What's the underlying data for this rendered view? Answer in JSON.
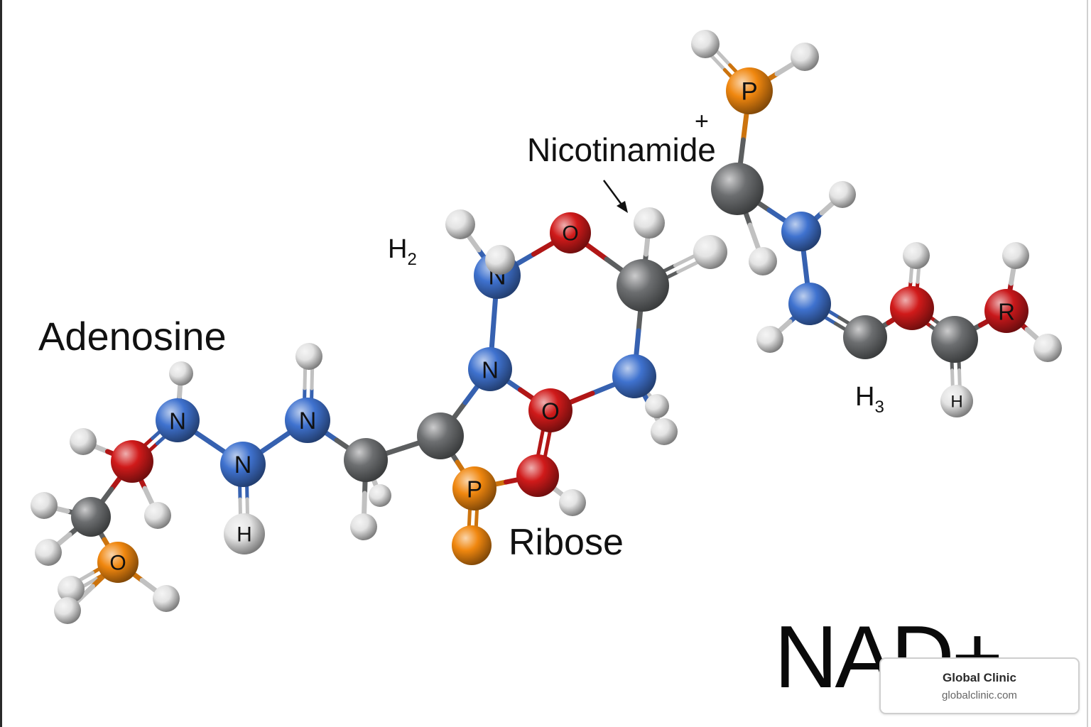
{
  "labels": {
    "adenosine": "Adenosine",
    "nicotinamide": "Nicotinamide",
    "ribose": "Ribose",
    "plus": "+",
    "h2": "H",
    "h2_sub": "2",
    "h3": "H",
    "h3_sub": "3"
  },
  "title": "NAD+",
  "watermark": {
    "name": "Global Clinic",
    "url": "globalclinic.com"
  },
  "atom_colors": {
    "C": "#6c6e70",
    "N": "#3f72cf",
    "O": "#d01a1a",
    "P": "#f0870f",
    "H": "#e3e3e3",
    "R": "#c8181b"
  },
  "atom_letters": {
    "n_adenine_1": "N",
    "n_adenine_2": "N",
    "n_adenine_3": "N",
    "h_adenine": "H",
    "o_adenosine_ester": "O",
    "n_amine": "N",
    "n_ring": "N",
    "o_ring_top": "O",
    "o_ring_mid": "O",
    "p_ribose": "P",
    "p_top": "P",
    "r_group": "R",
    "h_right": "H"
  }
}
